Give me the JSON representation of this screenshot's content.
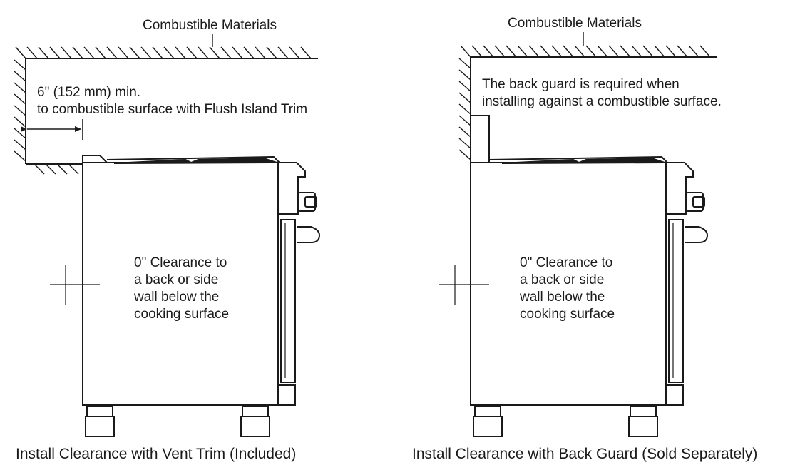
{
  "left_panel": {
    "top_label": "Combustible Materials",
    "dimension_line1": "6\" (152 mm) min.",
    "dimension_line2": "to combustible surface with Flush Island Trim",
    "clearance_lines": [
      "0\" Clearance to",
      "a back or side",
      "wall below the",
      "cooking surface"
    ],
    "caption": "Install Clearance with Vent Trim (Included)"
  },
  "right_panel": {
    "top_label": "Combustible Materials",
    "note_line1": "The back guard is required  when",
    "note_line2": "installing against a combustible surface.",
    "clearance_lines": [
      "0\" Clearance to",
      "a back or side",
      "wall below the",
      "cooking surface"
    ],
    "caption": "Install Clearance with Back Guard (Sold Separately)"
  },
  "colors": {
    "stroke": "#1a1a1a",
    "background": "#ffffff"
  }
}
